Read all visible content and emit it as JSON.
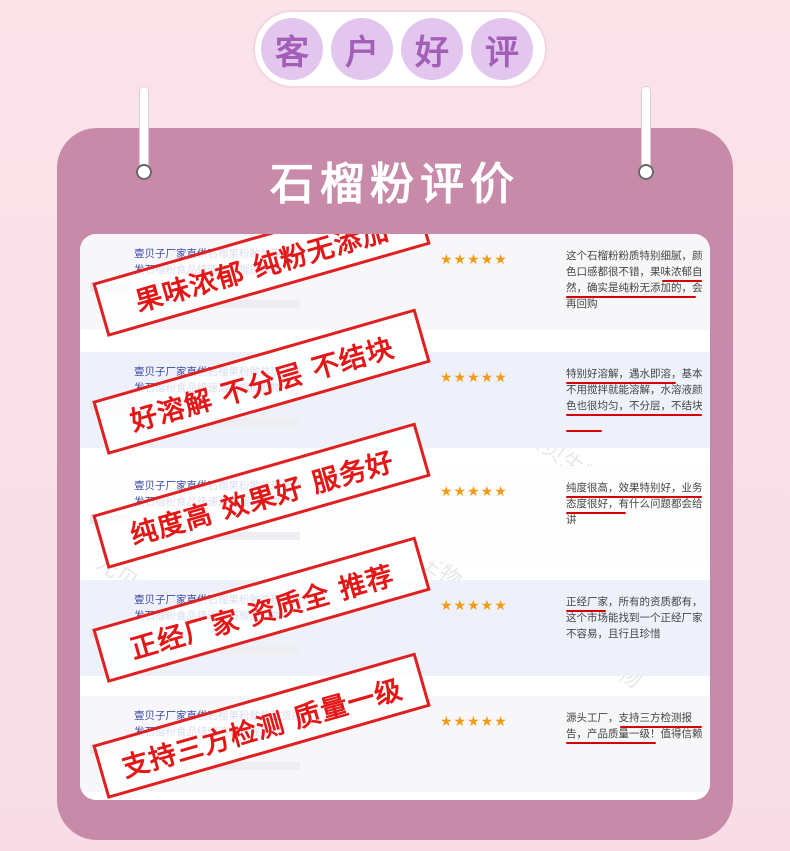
{
  "header": {
    "chars": [
      "客",
      "户",
      "好",
      "评"
    ]
  },
  "board": {
    "title": "石榴粉评价"
  },
  "watermark": "元贝贝生物",
  "reviews": [
    {
      "product": "壹贝子厂家直供石榴果粉散装现货批发石榴粉食品级速溶石榴提取物",
      "stars": "★★★★★",
      "comment": "这个石榴粉粉质特别细腻，颜色口感都很不错，果味浓郁自然，确实是纯粉无添加的，会再回购",
      "stamp": "果味浓郁 纯粉无添加"
    },
    {
      "product": "壹贝子厂家直供石榴果粉散装现货批发石榴粉食品级速溶石榴提取物",
      "stars": "★★★★★",
      "comment": "特别好溶解，遇水即溶，基本不用搅拌就能溶解，水溶液颜色也很均匀，不分层，不结块",
      "stamp": "好溶解 不分层 不结块"
    },
    {
      "product": "壹贝子厂家直供石榴果粉散装现货批发石榴粉食品级速溶石榴提取物",
      "stars": "★★★★★",
      "comment": "纯度很高，效果特别好，业务态度很好，有什么问题都会给讲",
      "stamp": "纯度高 效果好 服务好"
    },
    {
      "product": "壹贝子厂家直供石榴果粉散装现货批发石榴粉食品级速溶石榴提取物",
      "stars": "★★★★★",
      "comment": "正经厂家，所有的资质都有，这个市场能找到一个正经厂家不容易，且行且珍惜",
      "stamp": "正经厂家 资质全 推荐"
    },
    {
      "product": "壹贝子厂家直供石榴果粉散装现货批发石榴粉食品级速溶石榴提取物",
      "stars": "★★★★★",
      "comment": "源头工厂，支持三方检测报告，产品质量一级！值得信赖",
      "stamp": "支持三方检测 质量一级"
    }
  ]
}
